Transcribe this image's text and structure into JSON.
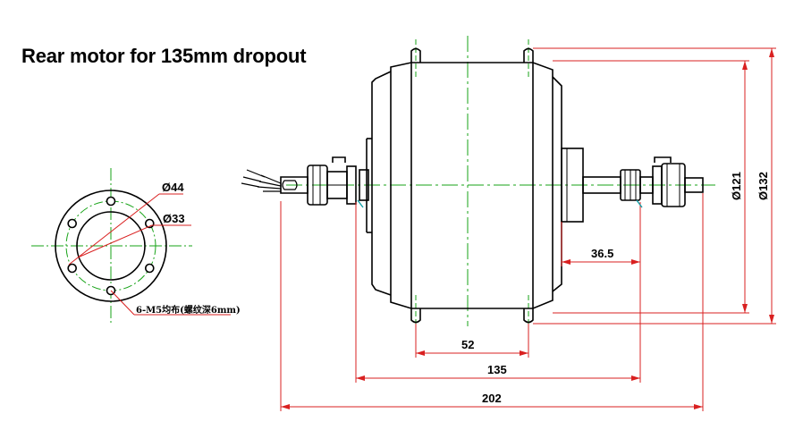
{
  "title": "Rear motor for 135mm dropout",
  "flange": {
    "dia_outer_label": "Ø44",
    "dia_bolt_label": "Ø33",
    "bolt_note": "6-M5均布(螺纹深6mm)",
    "bolt_count": 6
  },
  "dimensions": {
    "d52": "52",
    "d135": "135",
    "d202": "202",
    "d36_5": "36.5",
    "dia121": "Ø121",
    "dia132": "Ø132"
  },
  "colors": {
    "outline": "#000000",
    "dimension": "#d92020",
    "centerline": "#17a317",
    "tick": "#12a0a8"
  }
}
